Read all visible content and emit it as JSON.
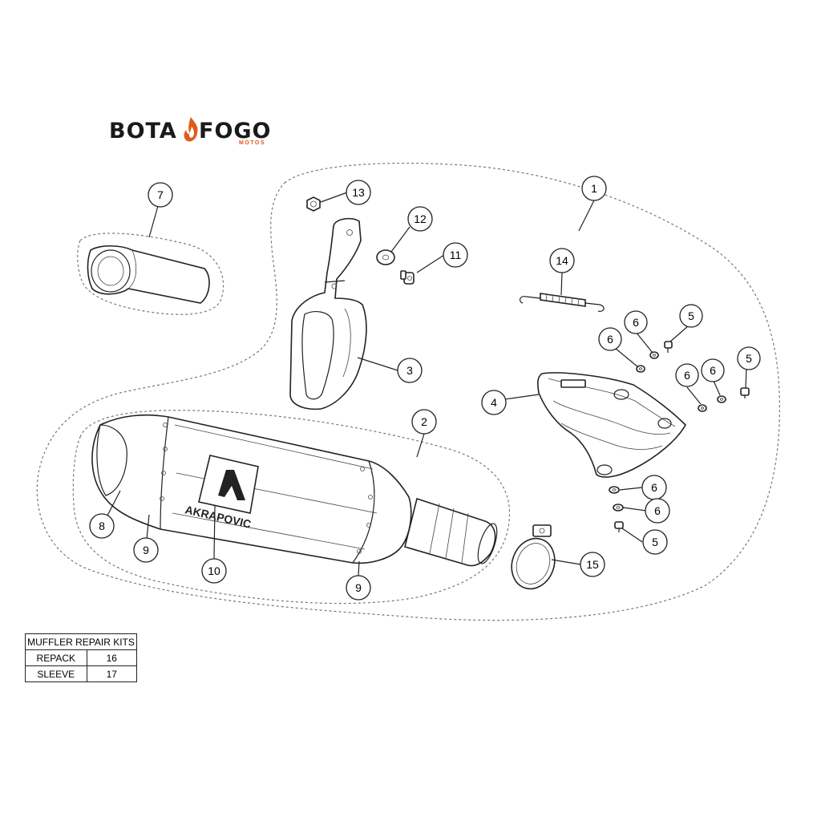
{
  "brand": {
    "word_left": "BOTA",
    "word_right": "FOGO",
    "subtitle": "MOTOS",
    "accent_color": "#e05a1e",
    "icon": "flame-icon"
  },
  "product_logo_text": "AKRAPOVIC",
  "callouts": [
    {
      "id": "c1",
      "label": "1"
    },
    {
      "id": "c2",
      "label": "2"
    },
    {
      "id": "c3",
      "label": "3"
    },
    {
      "id": "c4",
      "label": "4"
    },
    {
      "id": "c5a",
      "label": "5"
    },
    {
      "id": "c5b",
      "label": "5"
    },
    {
      "id": "c5c",
      "label": "5"
    },
    {
      "id": "c6a",
      "label": "6"
    },
    {
      "id": "c6b",
      "label": "6"
    },
    {
      "id": "c6c",
      "label": "6"
    },
    {
      "id": "c6d",
      "label": "6"
    },
    {
      "id": "c6e",
      "label": "6"
    },
    {
      "id": "c6f",
      "label": "6"
    },
    {
      "id": "c7",
      "label": "7"
    },
    {
      "id": "c8",
      "label": "8"
    },
    {
      "id": "c9a",
      "label": "9"
    },
    {
      "id": "c9b",
      "label": "9"
    },
    {
      "id": "c10",
      "label": "10"
    },
    {
      "id": "c11",
      "label": "11"
    },
    {
      "id": "c12",
      "label": "12"
    },
    {
      "id": "c13",
      "label": "13"
    },
    {
      "id": "c14",
      "label": "14"
    },
    {
      "id": "c15",
      "label": "15"
    }
  ],
  "repair_kits": {
    "header": "MUFFLER REPAIR KITS",
    "rows": [
      {
        "name": "REPACK",
        "number": "16"
      },
      {
        "name": "SLEEVE",
        "number": "17"
      }
    ]
  }
}
